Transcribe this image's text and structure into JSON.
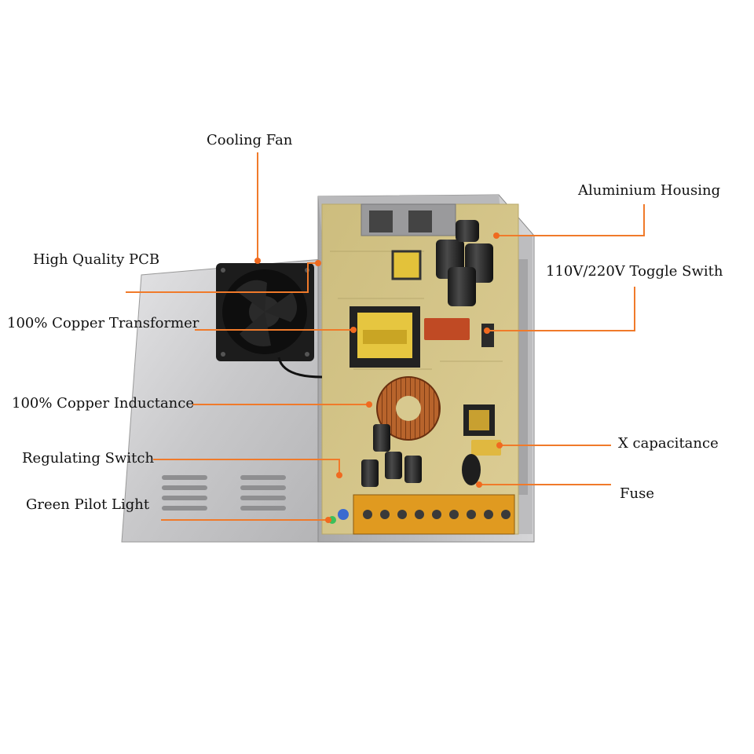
{
  "labels": {
    "cooling_fan": "Cooling Fan",
    "aluminium_housing": "Aluminium Housing",
    "high_quality_pcb": "High Quality PCB",
    "toggle_switch": "110V/220V Toggle Swith",
    "copper_transformer": "100% Copper Transformer",
    "copper_inductance": "100% Copper Inductance",
    "x_capacitance": "X capacitance",
    "regulating_switch": "Regulating Switch",
    "fuse": "Fuse",
    "green_pilot_light": "Green Pilot Light"
  },
  "colors": {
    "callout_line": "#f07a2a",
    "callout_dot": "#f06a20",
    "housing": "#c9c9cb",
    "pcb": "#d8c98f",
    "terminal_block": "#e09a20"
  }
}
